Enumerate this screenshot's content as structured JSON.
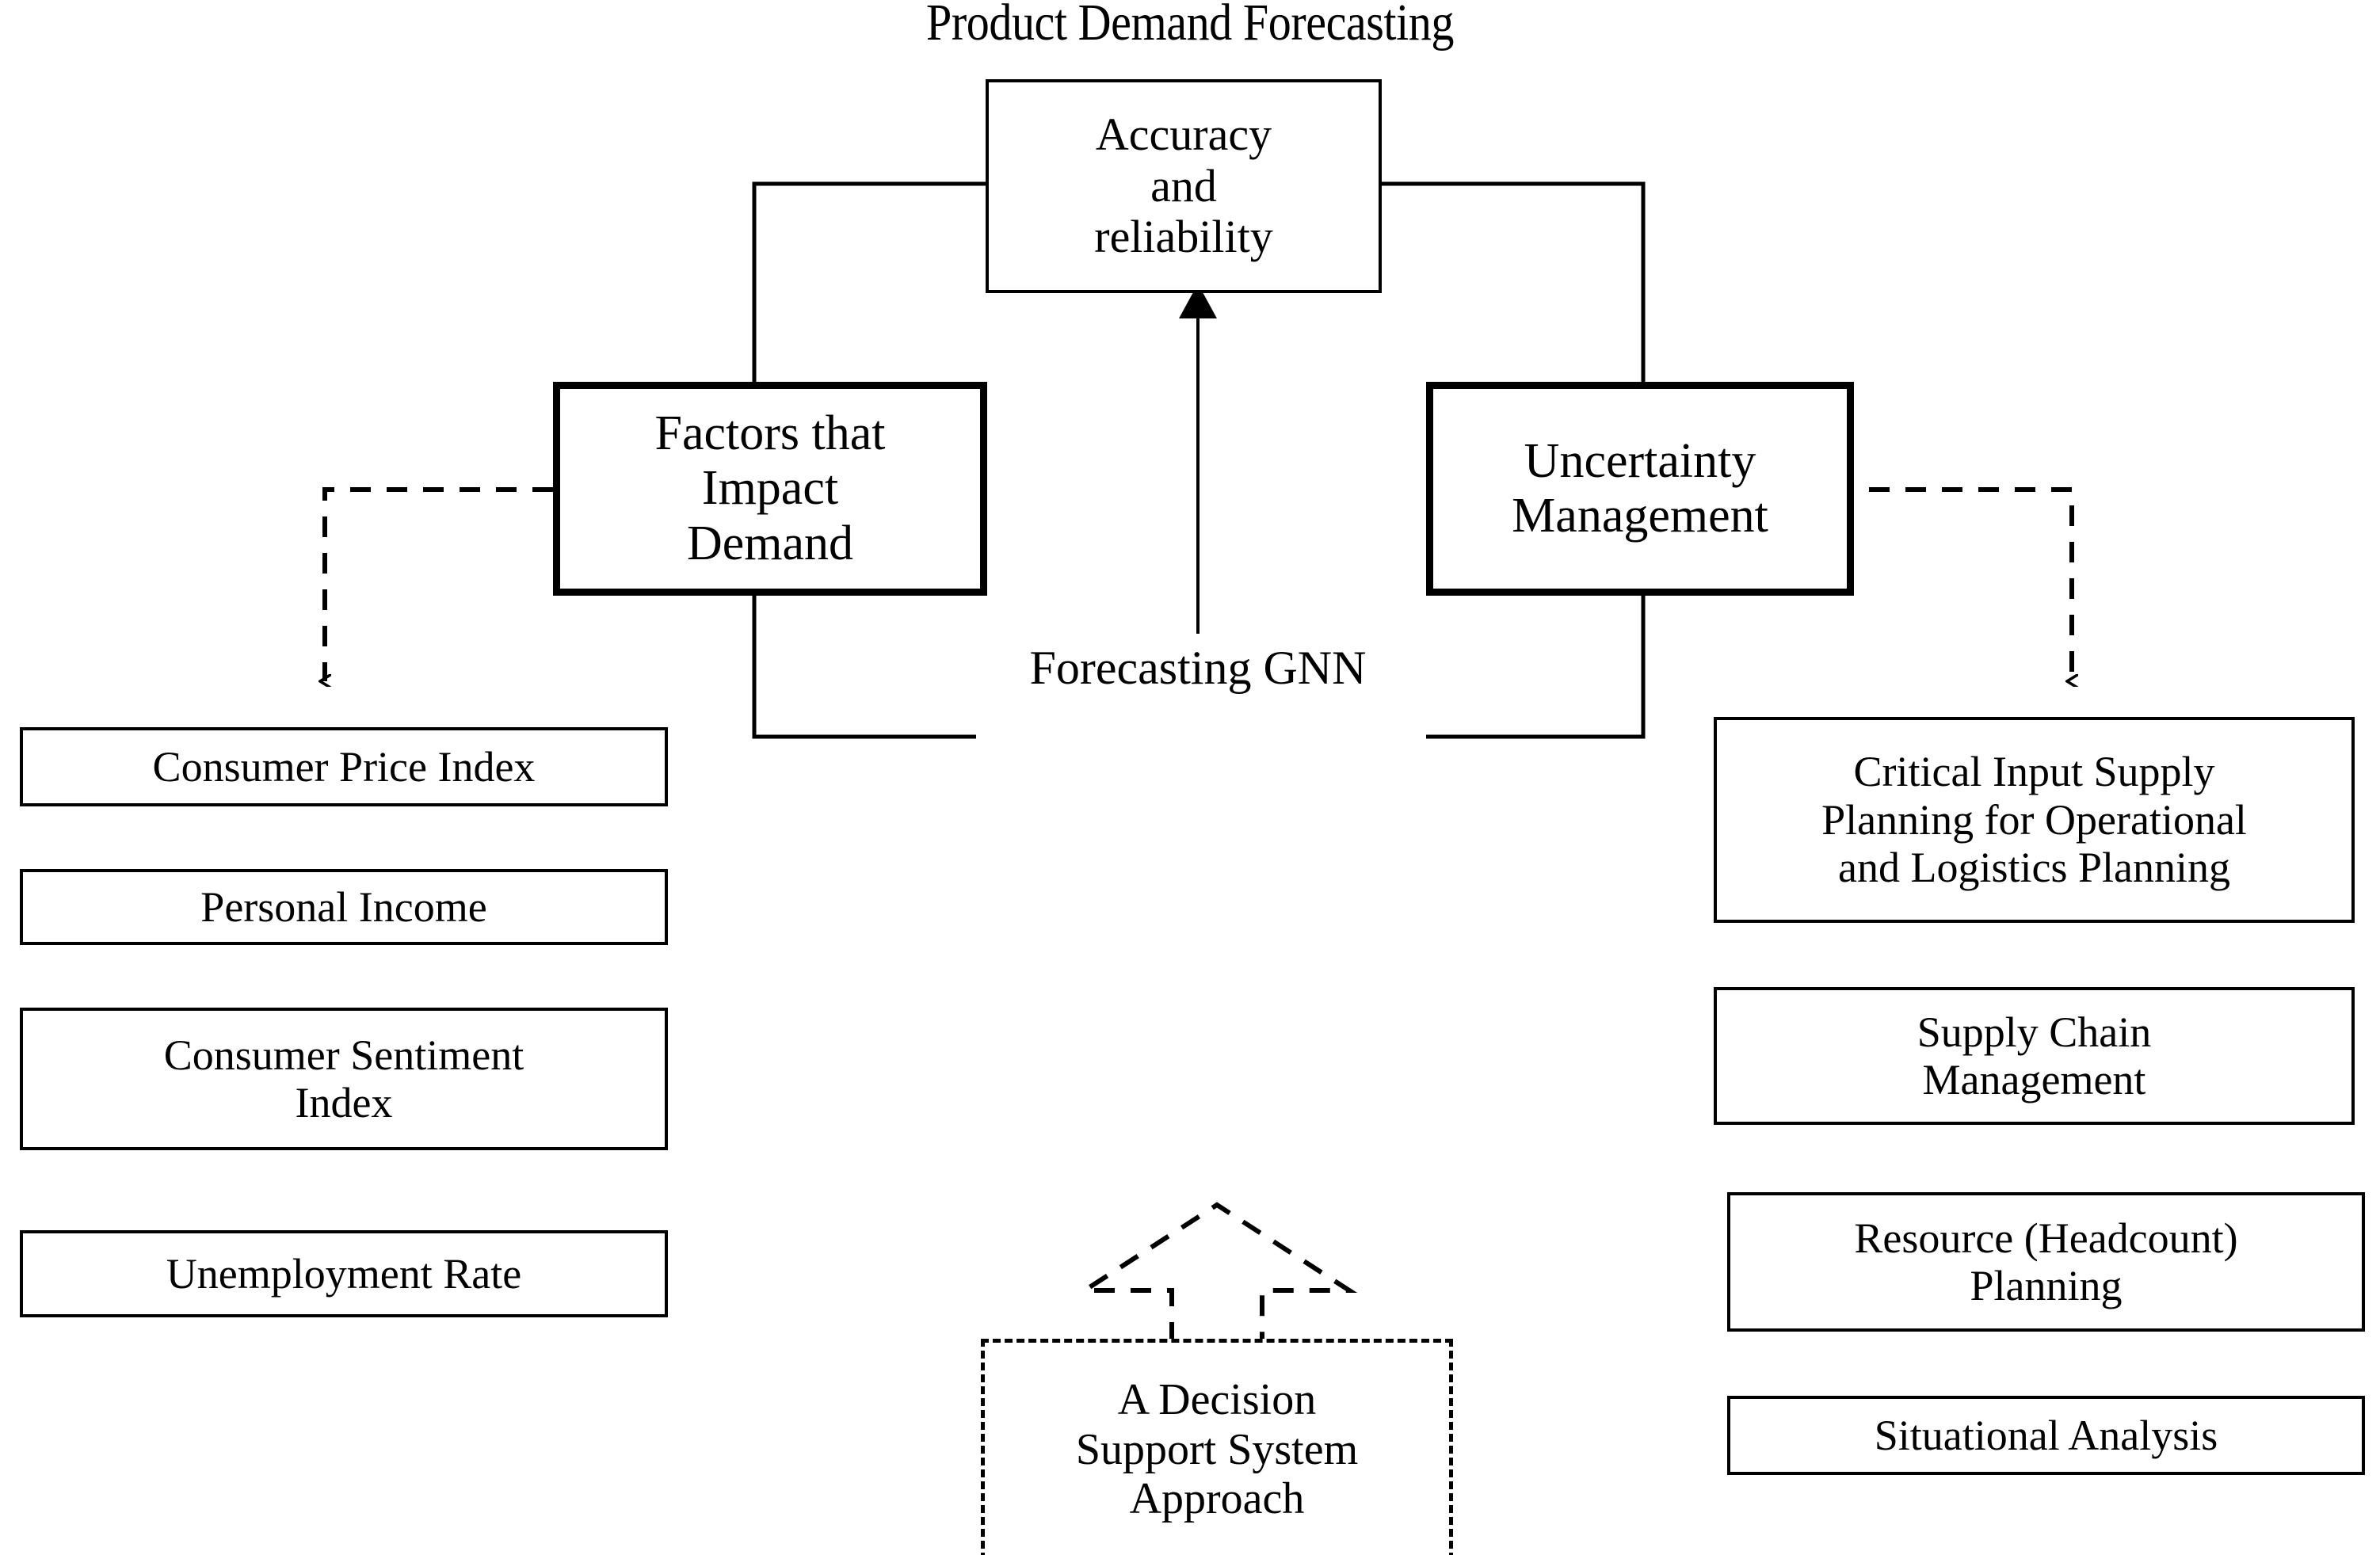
{
  "diagram": {
    "title": "Product Demand Forecasting",
    "center_label": "Forecasting\nGNN",
    "center_label_line1": "Forecasting",
    "center_label_line2": "GNN",
    "accent_color": "#000000",
    "background_color": "#ffffff"
  },
  "hub": {
    "top": {
      "label": "Accuracy and reliability",
      "line1": "Accuracy",
      "line2": "and",
      "line3": "reliability"
    },
    "left": {
      "label": "Factors that Impact Demand",
      "line1": "Factors that",
      "line2": "Impact",
      "line3": "Demand"
    },
    "right": {
      "label": "Uncertainty Management",
      "line1": "Uncertainty",
      "line2": "Management"
    }
  },
  "left_column": {
    "items": [
      {
        "label": "Consumer Price Index"
      },
      {
        "label": "Personal Income"
      },
      {
        "label": "Consumer Sentiment Index",
        "line1": "Consumer Sentiment",
        "line2": "Index"
      },
      {
        "label": "Unemployment Rate"
      }
    ]
  },
  "right_column": {
    "items": [
      {
        "label": "Critical Input Supply Planning for Operational and Logistics Planning",
        "line1": "Critical Input Supply",
        "line2": "Planning for Operational",
        "line3": "and Logistics Planning"
      },
      {
        "label": "Supply Chain Management",
        "line1": "Supply  Chain",
        "line2": "Management"
      },
      {
        "label": "Resource (Headcount) Planning",
        "line1": "Resource (Headcount)",
        "line2": "Planning"
      },
      {
        "label": "Situational Analysis"
      }
    ]
  },
  "bottom": {
    "label": "A Decision Support System Approach",
    "line1": "A Decision",
    "line2": "Support System",
    "line3": "Approach"
  }
}
